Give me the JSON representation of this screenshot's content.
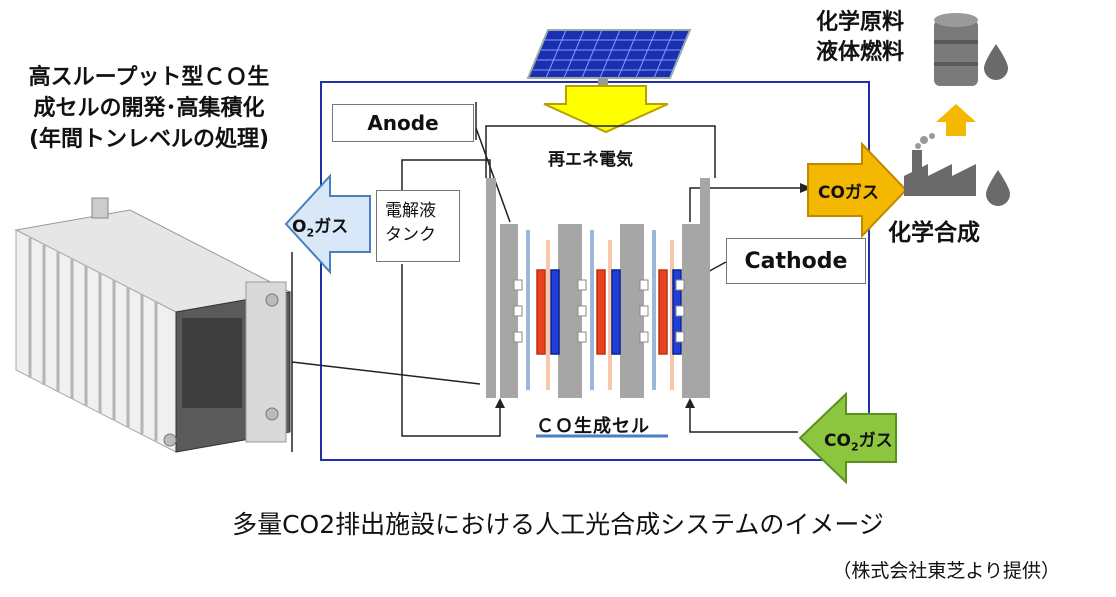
{
  "left_title": "高スループット型ＣＯ生\n成セルの開発･高集積化\n(年間トンレベルの処理)",
  "labels": {
    "anode": "Anode",
    "cathode": "Cathode",
    "electrolyte_tank": "電解液\nタンク",
    "renewable_electricity": "再エネ電気",
    "co_cell": "ＣＯ生成セル",
    "o2_gas_prefix": "O",
    "o2_gas_sub": "2",
    "o2_gas_suffix": "ガス",
    "co_gas": "COガス",
    "co2_gas_prefix": "CO",
    "co2_gas_sub": "2",
    "co2_gas_suffix": "ガス",
    "chemical_products": "化学原料\n液体燃料",
    "chemical_synthesis": "化学合成"
  },
  "caption": "多量CO2排出施設における人工光合成システムのイメージ",
  "credit": "（株式会社東芝より提供）",
  "colors": {
    "frame_border": "#2230a8",
    "o2_arrow": "#d9e8f8",
    "co_arrow": "#f5b800",
    "co2_arrow": "#8cc63f",
    "yellow_arrow": "#ffff00",
    "up_arrow": "#f5b800",
    "cell_line": "#4a7fc0",
    "electrode_red": "#e8421e",
    "electrode_blue": "#1f3fd6",
    "plate_gray": "#a6a6a6",
    "membrane_peach": "#f4c8a8",
    "membrane_blue": "#9ab8dc"
  },
  "icons": [
    "solar-panel-icon",
    "barrel-icon",
    "factory-icon",
    "droplet-icon",
    "cell-stack-icon"
  ]
}
